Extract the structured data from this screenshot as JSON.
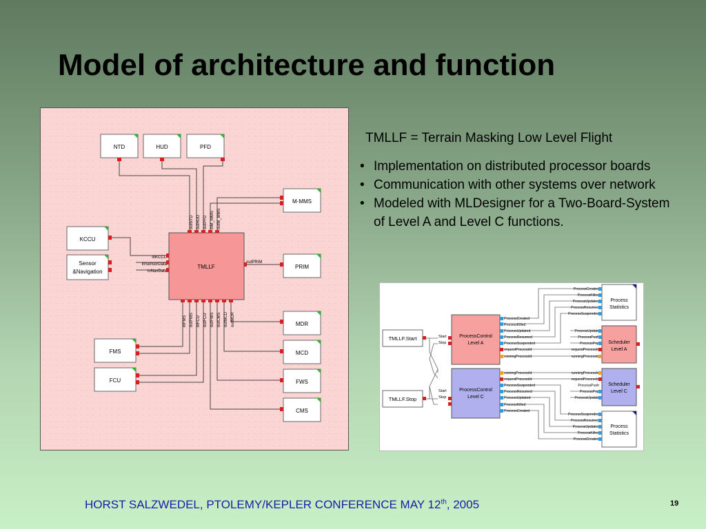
{
  "slide": {
    "title": "Model of architecture and function",
    "subtitle": "TMLLF = Terrain Masking Low Level Flight",
    "bullets": [
      "Implementation on distributed processor boards",
      "Communication with other systems over network",
      "Modeled with MLDesigner for a Two-Board-System of Level A and Level C functions."
    ],
    "footer_main": "HORST SALZWEDEL, PTOLEMY/KEPLER CONFERENCE MAY 12",
    "footer_sup": "th",
    "footer_tail": ", 2005",
    "page_number": "19"
  },
  "arch": {
    "top_blocks": [
      "NTD",
      "HUD",
      "PFD"
    ],
    "mmms": "M-MMS",
    "kccu": "KCCU",
    "sensor_line1": "Sensor",
    "sensor_line2": "&Navigation",
    "tmllf": "TMLLF",
    "prim": "PRIM",
    "right_blocks": [
      "MDR",
      "MCD",
      "FWS",
      "CMS"
    ],
    "fms": "FMS",
    "fcu": "FCU",
    "left_ports": [
      "inKCCU",
      "inSensorData",
      "inNavData"
    ],
    "right_port": "outPRIM",
    "top_ports": [
      "outNTD",
      "outHUD",
      "outPFD",
      "inM_MMS",
      "outM_MMS"
    ],
    "bottom_ports": [
      "inFMS",
      "outFMS",
      "inFCU",
      "outFCU",
      "outFWS",
      "outCMS",
      "outMCD",
      "outMDR"
    ]
  },
  "sched": {
    "tmllf_start": "TMLLF.Start",
    "tmllf_stop": "TMLLF.Stop",
    "start_label": "Start",
    "stop_label": "Stop",
    "pc_a_line1": "ProcessControl",
    "pc_a_line2": "Level A",
    "pc_c_line1": "ProcessControl",
    "pc_c_line2": "Level C",
    "sched_a_line1": "Scheduler",
    "sched_a_line2": "Level A",
    "sched_c_line1": "Scheduler",
    "sched_c_line2": "Level C",
    "stats_line1": "Process",
    "stats_line2": "Statistics",
    "pc_a_ports": [
      "ProcessCreated",
      "ProcessKilled",
      "ProcessUpdated",
      "ProcessResumed",
      "ProcessSuspended",
      "requestProcessId",
      "runningProcessId"
    ],
    "pc_c_ports": [
      "runningProcessId",
      "requestProcessId",
      "ProcessSuspended",
      "ProcessResumed",
      "ProcessUpdated",
      "ProcessKilled",
      "ProcessCreated"
    ],
    "stats_top_ports": [
      "ProcessCreated",
      "ProcessKilled",
      "ProcessUpdated",
      "ProcessResumed",
      "ProcessSuspended"
    ],
    "stats_bottom_ports": [
      "ProcessSuspended",
      "ProcessResumed",
      "ProcessUpdated",
      "ProcessKilled",
      "ProcessCreated"
    ],
    "sched_a_ports": [
      "ProcessUpdate",
      "ProcessPush",
      "ProcessPop",
      "requestProcessId",
      "runningProcessId"
    ],
    "sched_c_ports": [
      "runningProcessId",
      "requestProcessId",
      "ProcessPush",
      "ProcessPop",
      "ProcessUpdate"
    ]
  }
}
